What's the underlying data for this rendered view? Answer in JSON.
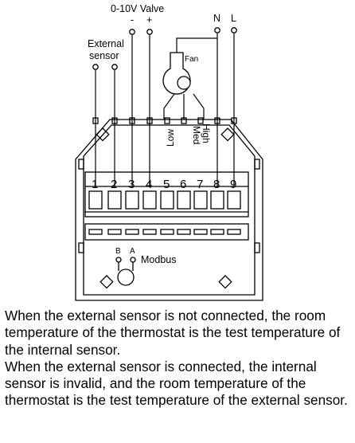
{
  "labels": {
    "valve": "0-10V Valve",
    "valve_minus": "-",
    "valve_plus": "+",
    "n": "N",
    "l": "L",
    "external_line1": "External",
    "external_line2": "sensor",
    "fan": "Fan",
    "low": "Low",
    "med": "Med",
    "high": "High",
    "b": "B",
    "a": "A",
    "modbus": "Modbus"
  },
  "terminals": [
    "1",
    "2",
    "3",
    "4",
    "5",
    "6",
    "7",
    "8",
    "9"
  ],
  "caption": [
    "When the external sensor is not connected, the room temperature of the thermostat is the test temperature of the internal sensor.",
    "When the external sensor is connected, the internal sensor is invalid, and the room temperature of the thermostat is the test temperature of the external sensor."
  ]
}
